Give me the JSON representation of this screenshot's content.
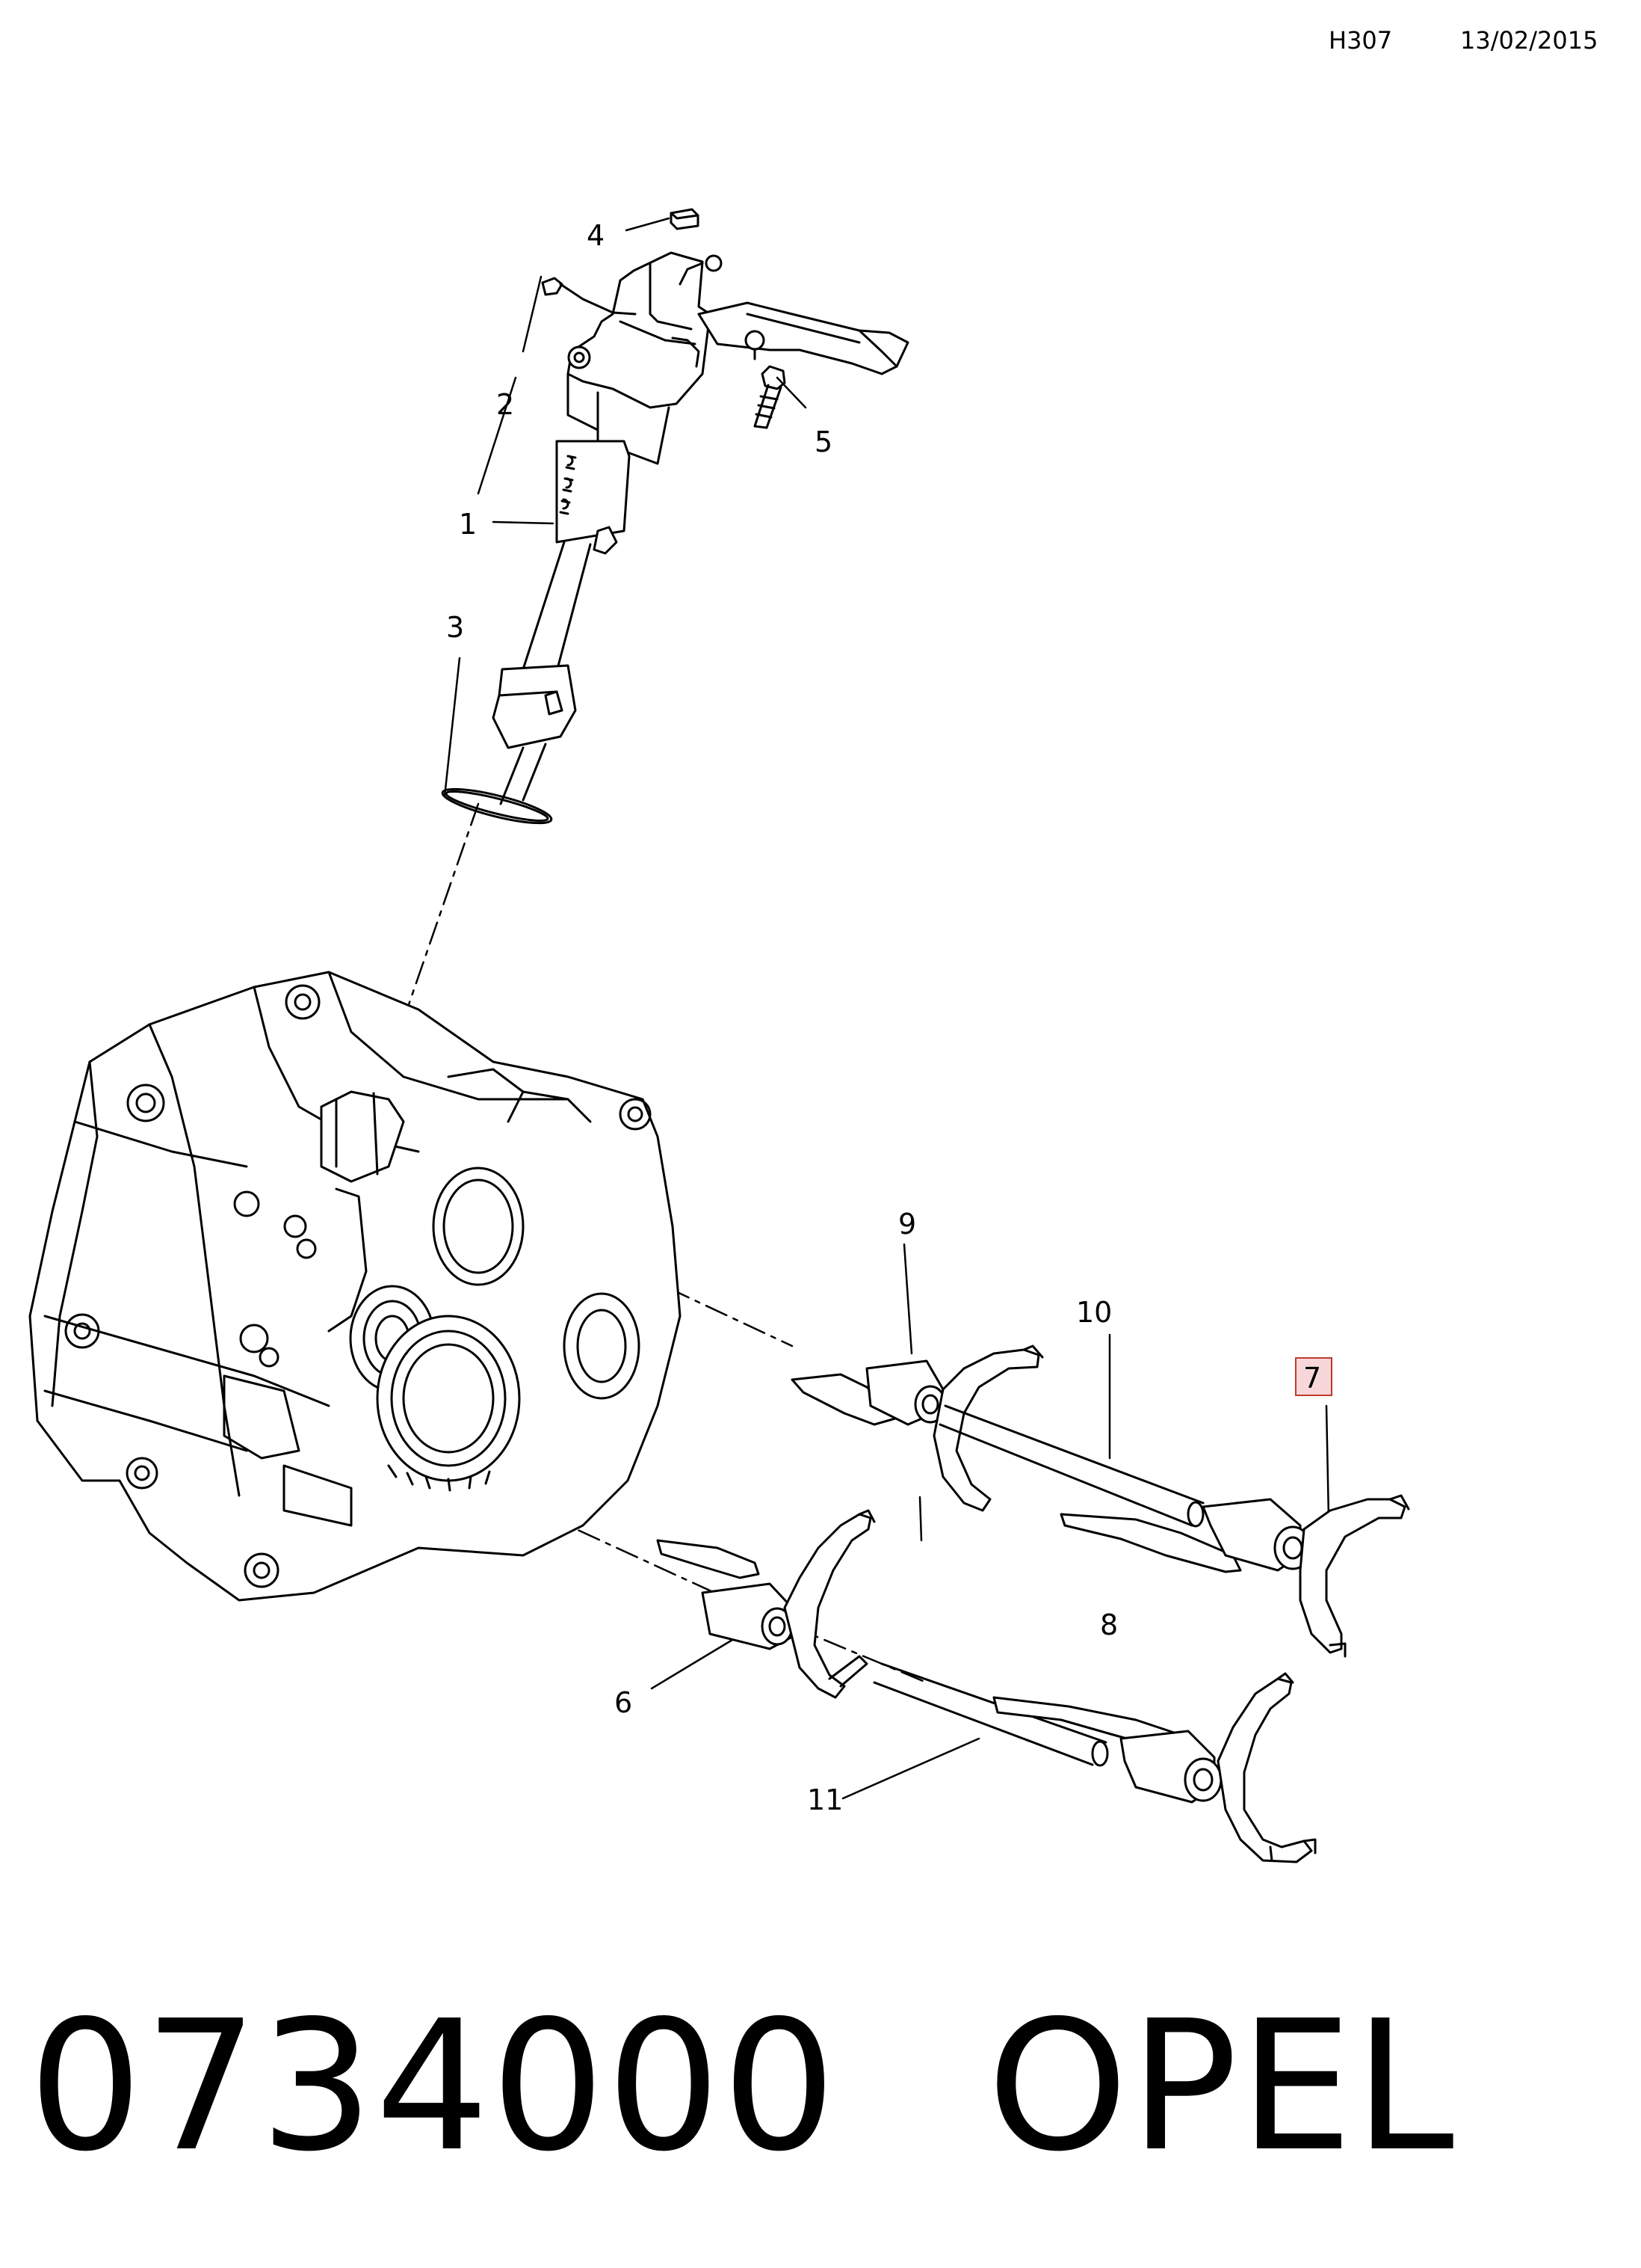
{
  "header": {
    "code": "H307",
    "date": "13/02/2015"
  },
  "callouts": [
    {
      "id": "1",
      "label": "1",
      "highlighted": false
    },
    {
      "id": "2",
      "label": "2",
      "highlighted": false
    },
    {
      "id": "3",
      "label": "3",
      "highlighted": false
    },
    {
      "id": "4",
      "label": "4",
      "highlighted": false
    },
    {
      "id": "5",
      "label": "5",
      "highlighted": false
    },
    {
      "id": "6",
      "label": "6",
      "highlighted": false
    },
    {
      "id": "7",
      "label": "7",
      "highlighted": true
    },
    {
      "id": "8",
      "label": "8",
      "highlighted": false
    },
    {
      "id": "9",
      "label": "9",
      "highlighted": false
    },
    {
      "id": "10",
      "label": "10",
      "highlighted": false
    },
    {
      "id": "11",
      "label": "11",
      "highlighted": false
    }
  ],
  "footer": {
    "part_number": "0734000",
    "brand": "OPEL"
  },
  "colors": {
    "line": "#000000",
    "highlight_fill": "#f8d7da",
    "highlight_border": "#c0392b"
  }
}
